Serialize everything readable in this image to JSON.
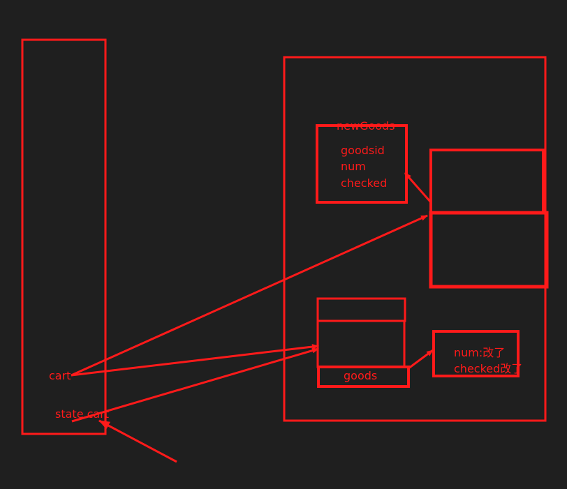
{
  "colors": {
    "background": "#1f1f1f",
    "stroke": "#ff1a1a"
  },
  "labels": {
    "new_goods": "newGoods",
    "new_goods_fields": [
      "goodsid",
      "num",
      "checked"
    ],
    "goods": "goods",
    "changed": [
      "num:改了",
      "checked改了"
    ],
    "cart": "cart",
    "state_cart": "state.cart"
  }
}
